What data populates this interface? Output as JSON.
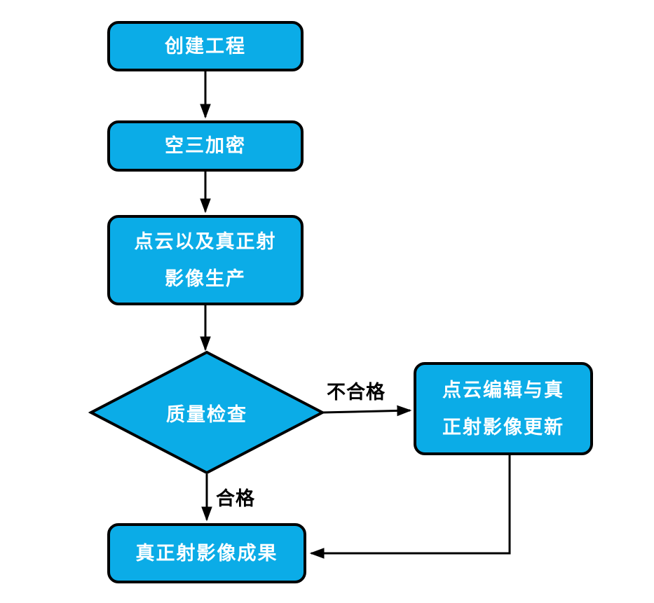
{
  "colors": {
    "node_fill": "#0bace7",
    "node_border": "#000000",
    "node_text": "#ffffff",
    "edge": "#000000",
    "edge_label_text": "#000000",
    "background": "#ffffff"
  },
  "diagram": {
    "type": "flowchart",
    "nodes": {
      "create_project": {
        "shape": "rounded-rect",
        "label": "创建工程"
      },
      "aerial_triangulation": {
        "shape": "rounded-rect",
        "label": "空三加密"
      },
      "pointcloud_production": {
        "shape": "rounded-rect",
        "line1": "点云以及真正射",
        "line2": "影像生产"
      },
      "quality_check": {
        "shape": "diamond",
        "label": "质量检查"
      },
      "pointcloud_edit": {
        "shape": "rounded-rect",
        "line1": "点云编辑与真",
        "line2": "正射影像更新"
      },
      "ortho_result": {
        "shape": "rounded-rect",
        "label": "真正射影像成果"
      }
    },
    "edges": [
      {
        "from": "create_project",
        "to": "aerial_triangulation",
        "label": ""
      },
      {
        "from": "aerial_triangulation",
        "to": "pointcloud_production",
        "label": ""
      },
      {
        "from": "pointcloud_production",
        "to": "quality_check",
        "label": ""
      },
      {
        "from": "quality_check",
        "to": "pointcloud_edit",
        "label": "不合格"
      },
      {
        "from": "quality_check",
        "to": "ortho_result",
        "label": "合格"
      },
      {
        "from": "pointcloud_edit",
        "to": "ortho_result",
        "label": ""
      }
    ],
    "edge_labels": {
      "fail": "不合格",
      "pass": "合格"
    }
  }
}
